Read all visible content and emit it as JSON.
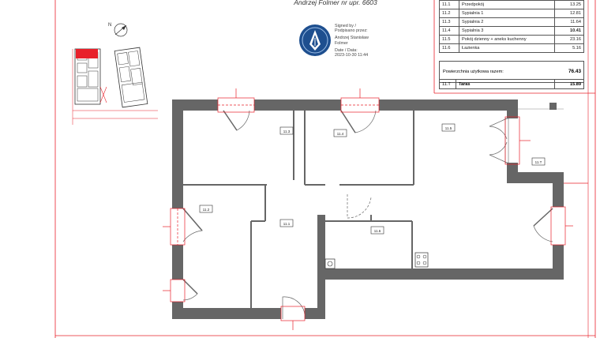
{
  "header": {
    "author": "Andrzej Folmer nr upr. 6603"
  },
  "signature": {
    "line1": "Signed by /",
    "line2": "Podpisano przez:",
    "name1": "Andrzej Stanisław",
    "name2": "Folmer",
    "date_label": "Date / Data:",
    "date_value": "2023-10-30 11:44"
  },
  "rooms": [
    {
      "id": "11.1",
      "name": "Przedpokój",
      "area": "13.25"
    },
    {
      "id": "11.2",
      "name": "Sypialnia 1",
      "area": "12.81"
    },
    {
      "id": "11.3",
      "name": "Sypialnia 2",
      "area": "11.64"
    },
    {
      "id": "11.4",
      "name": "Sypialnia 3",
      "area": "10.41"
    },
    {
      "id": "11.5",
      "name": "Pokój dzienny + aneks kuchenny",
      "area": "23.16"
    },
    {
      "id": "11.6",
      "name": "Łazienka",
      "area": "5.16"
    }
  ],
  "summary": {
    "label": "Powierzchnia użytkowa razem:",
    "value": "76.43"
  },
  "terrace": {
    "id": "11.T",
    "name": "Taras",
    "area": "15.89"
  },
  "plan_tags": {
    "t1": "11.3",
    "t2": "11.4",
    "t3": "11.5",
    "t4": "11.T",
    "t5": "11.2",
    "t6": "11.1",
    "t7": "11.6"
  },
  "north_label": "N",
  "colors": {
    "wall": "#666666",
    "redline": "#e8202a",
    "text": "#222222"
  }
}
